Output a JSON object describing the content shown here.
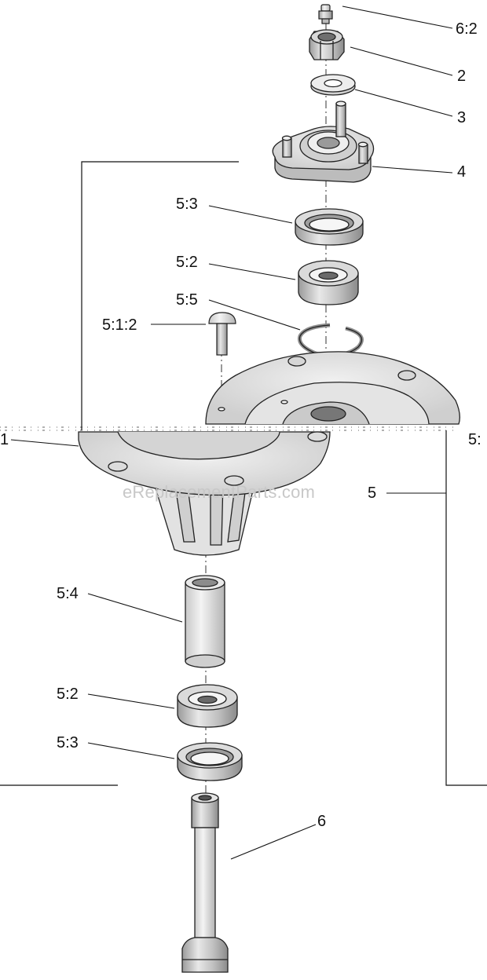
{
  "labels": {
    "l_6_2": "6:2",
    "l_2": "2",
    "l_3": "3",
    "l_4": "4",
    "l_5_3_top": "5:3",
    "l_5_2_top": "5:2",
    "l_5_5": "5:5",
    "l_5_1_2": "5:1:2",
    "l_1": "1",
    "l_5_colon": "5:",
    "l_5": "5",
    "l_5_4": "5:4",
    "l_5_2_bot": "5:2",
    "l_5_3_bot": "5:3",
    "l_6": "6"
  },
  "watermark": "eReplacementParts.com"
}
